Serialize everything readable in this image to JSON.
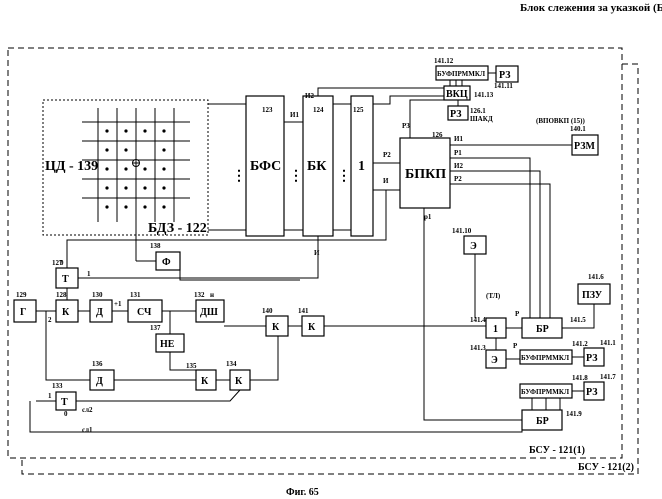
{
  "header": {
    "title": "Блок слежения за указкой (БСУ)"
  },
  "footer": {
    "figure": "Фиг. 65",
    "frame_inner": "БСУ - 121(1)",
    "frame_outer": "БСУ - 121(2)"
  },
  "sensor": {
    "label": "ЦД - 139",
    "block": "БДЗ - 122"
  },
  "main_blocks": {
    "bfs": "БФС",
    "bfs_num": "123",
    "bk": "БК",
    "bk_num": "124",
    "one": "1",
    "one_num": "125",
    "bpkp": "БПКП",
    "bpkp_num": "126"
  },
  "top_right": {
    "bufreg": "БУФПРММКЛ",
    "bufreg_num": "141.12",
    "rz_top": "РЗ",
    "rz_top_num": "141.11",
    "vkts": "ВКЦ",
    "vkts_num": "141.13",
    "rz_mid": "РЗ",
    "rz_mid_num": "126.1",
    "shakd": "ШАКД",
    "rzm": "РЗМ",
    "rzm_num": "140.1",
    "vpovkp": "(ВПОВКП (15))"
  },
  "left_chain": {
    "g": "Г",
    "g_num": "129",
    "k1": "К",
    "k1_num": "128",
    "d1": "Д",
    "d1_num": "130",
    "plus1": "+1",
    "sch": "СЧ",
    "sch_num": "131",
    "dsh": "ДШ",
    "dsh_num": "132",
    "n_mark": "н",
    "t1": "Т",
    "t1_num": "127",
    "f": "Ф",
    "f_num": "138",
    "ne": "НЕ",
    "ne_num": "137",
    "d2": "Д",
    "d2_num": "136",
    "k135": "К",
    "k135_num": "135",
    "k134": "К",
    "k134_num": "134",
    "t2": "Т",
    "t2_num": "133",
    "k140": "К",
    "k140_num": "140",
    "k141": "К",
    "k141_num": "141"
  },
  "right_chain": {
    "e1": "Э",
    "e1_num": "141.10",
    "pzu": "ПЗУ",
    "pzu_num": "141.6",
    "br1": "БР",
    "br1_num": "141.5",
    "one": "1",
    "one_num": "141.4",
    "e2": "Э",
    "e2_num": "141.3",
    "buf2": "БУФПРММКЛ",
    "buf2_num": "141.2",
    "rz1": "РЗ",
    "rz1_num": "141.1",
    "buf3": "БУФПРММКЛ",
    "buf3_num": "141.8",
    "rz2": "РЗ",
    "rz2_num": "141.7",
    "br2": "БР",
    "br2_num": "141.9",
    "tg": "(ТЛ)"
  },
  "signals": {
    "i": "И",
    "i1": "И1",
    "i2": "И2",
    "r1": "Р1",
    "r2": "Р2",
    "r3": "Р3",
    "p1": "р1",
    "p": "Р",
    "s1": "сл1",
    "s2": "сл2",
    "zero": "0",
    "one": "1",
    "two": "2"
  }
}
